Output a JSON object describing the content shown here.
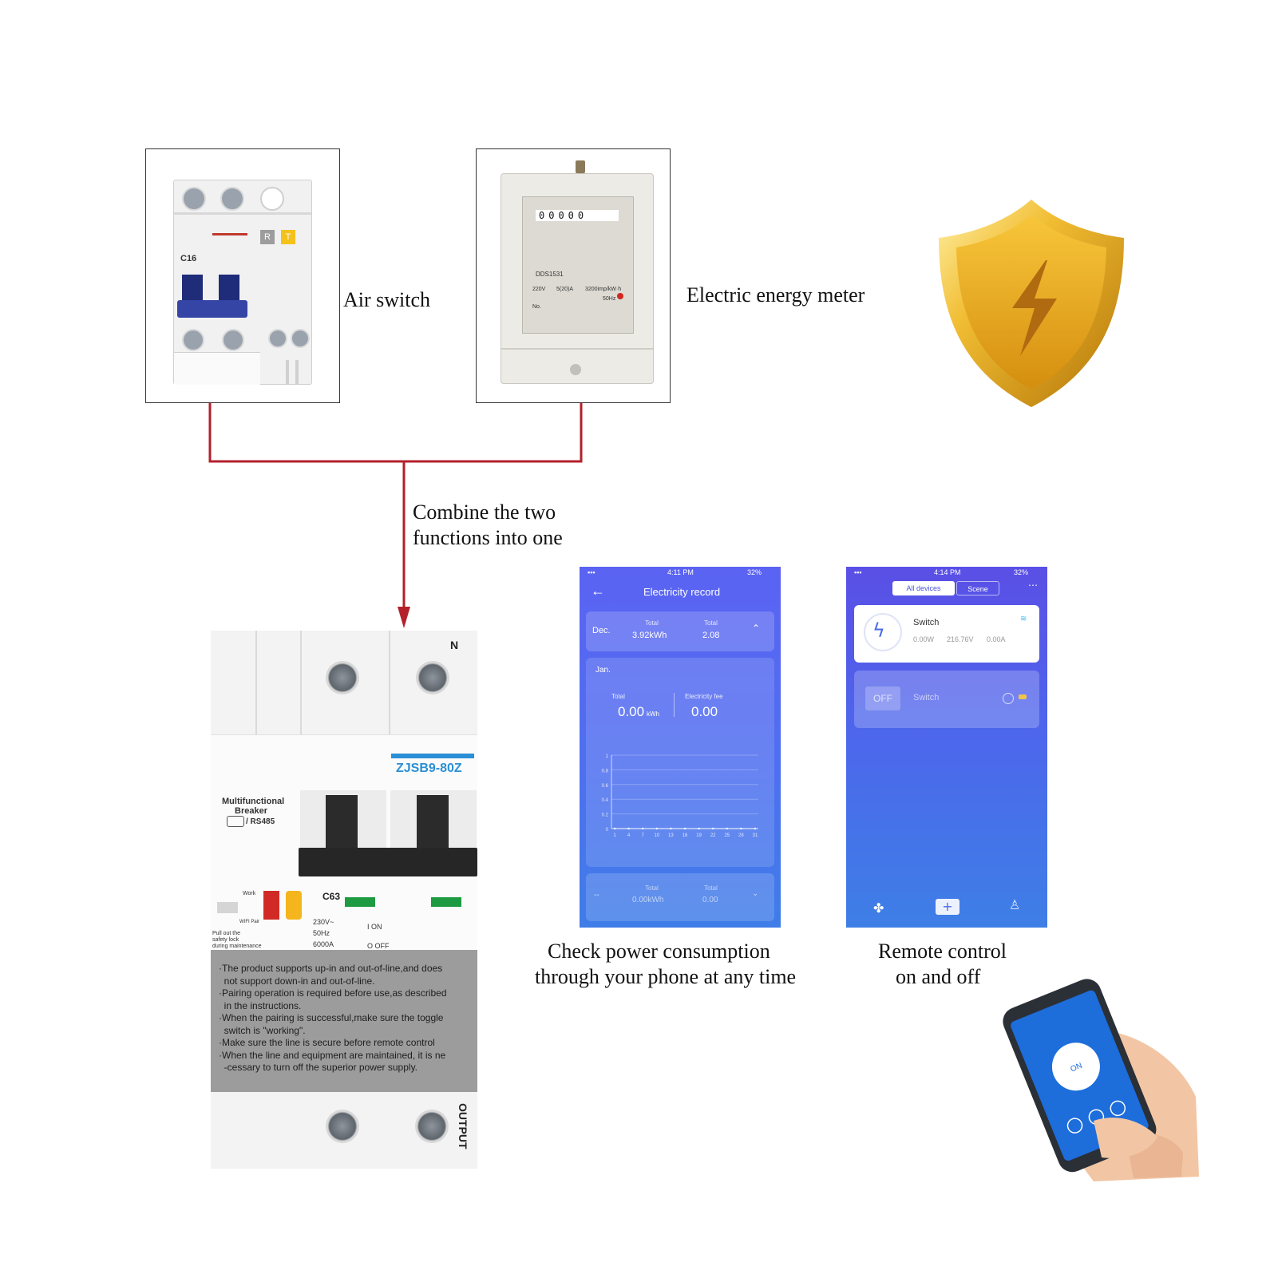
{
  "captions": {
    "air_switch": "Air switch",
    "energy_meter": "Electric energy meter",
    "combine_line1": "Combine the two",
    "combine_line2": "functions into one",
    "check_line1": "Check power consumption",
    "check_line2": "through your phone at any time",
    "remote_line1": "Remote control",
    "remote_line2": "on and off"
  },
  "colors": {
    "connector": "#b3202b",
    "shield_gold": "#e3a21b",
    "shield_bolt": "#b06a10",
    "app_blue_top": "#5b63f2",
    "app_blue_bottom": "#3f7de8",
    "breaker_handle": "#2b2b2b",
    "meter_led": "#d1261c"
  },
  "icons": [
    "shield-bolt-icon",
    "lightning-icon",
    "wifi-icon",
    "plus-icon",
    "person-icon",
    "grid-icon",
    "back-arrow-icon",
    "chevron-up-icon",
    "chevron-down-icon",
    "more-icon"
  ],
  "air_switch_device": {
    "rating": "C16",
    "test_btn_r": "R",
    "test_btn_t": "T"
  },
  "meter_device": {
    "reading": "00000",
    "model": "DDS1531",
    "spec1": "220V",
    "spec2": "5(20)A",
    "spec3": "3200imp/kW·h",
    "spec4": "50Hz",
    "serial_prefix": "No."
  },
  "breaker": {
    "top_terminal_label": "N",
    "model": "ZJSB9-80Z",
    "title_line1": "Multifunctional",
    "title_line2": "Breaker",
    "comm": "/ RS485",
    "work_label": "Work",
    "wifi_pair_label": "WIFI Pair",
    "safety_label": "Pull out the\nsafety lock\nduring maintenance",
    "rating": "C63",
    "spec1": "230V~",
    "spec2": "50Hz",
    "spec3": "6000A",
    "on_label": "I ON",
    "off_label": "O OFF",
    "bottom_label": "OUTPUT",
    "notes": [
      "·The product supports up-in and out-of-line,and does",
      "  not support down-in and out-of-line.",
      "·Pairing operation is required before use,as described",
      "  in the instructions.",
      "·When the pairing is successful,make sure the toggle",
      "  switch is \"working\".",
      "·Make sure the line is secure before remote control",
      "·When the line and equipment are maintained, it is ne",
      "  -cessary to turn off the superior power supply."
    ]
  },
  "phone_record": {
    "status_time": "4:11 PM",
    "status_batt": "32%",
    "title": "Electricity record",
    "month_dec": "Dec.",
    "dec_total_label": "Total",
    "dec_total_value": "3.92kWh",
    "dec_fee_label": "Total",
    "dec_fee_value": "2.08",
    "month_jan": "Jan.",
    "jan_total_label": "Total",
    "jan_total_value": "0.00",
    "jan_total_unit": "kWh",
    "jan_fee_label": "Electricity fee",
    "jan_fee_value": "0.00",
    "bottom_month": "--",
    "bottom_total_label": "Total",
    "bottom_total_value": "0.00kWh",
    "bottom_fee_label": "Total",
    "bottom_fee_value": "0.00"
  },
  "chart_data": {
    "type": "line",
    "title": "",
    "xlabel": "",
    "ylabel": "",
    "x": [
      "1",
      "4",
      "7",
      "10",
      "13",
      "16",
      "19",
      "22",
      "25",
      "28",
      "31"
    ],
    "y_ticks": [
      "0",
      "0.2",
      "0.4",
      "0.6",
      "0.8",
      "1"
    ],
    "ylim": [
      0,
      1
    ],
    "series": [
      {
        "values": [
          0,
          0,
          0,
          0,
          0,
          0,
          0,
          0,
          0,
          0,
          0
        ]
      }
    ],
    "grid": true
  },
  "phone_switch": {
    "status_time": "4:14 PM",
    "status_batt": "32%",
    "tab_all": "All devices",
    "tab_scene": "Scene",
    "device1_name": "Switch",
    "device1_power": "0.00W",
    "device1_voltage": "216.76V",
    "device1_current": "0.00A",
    "device2_state": "OFF",
    "device2_name": "Switch"
  },
  "hand_phone": {
    "button_label": "ON"
  }
}
